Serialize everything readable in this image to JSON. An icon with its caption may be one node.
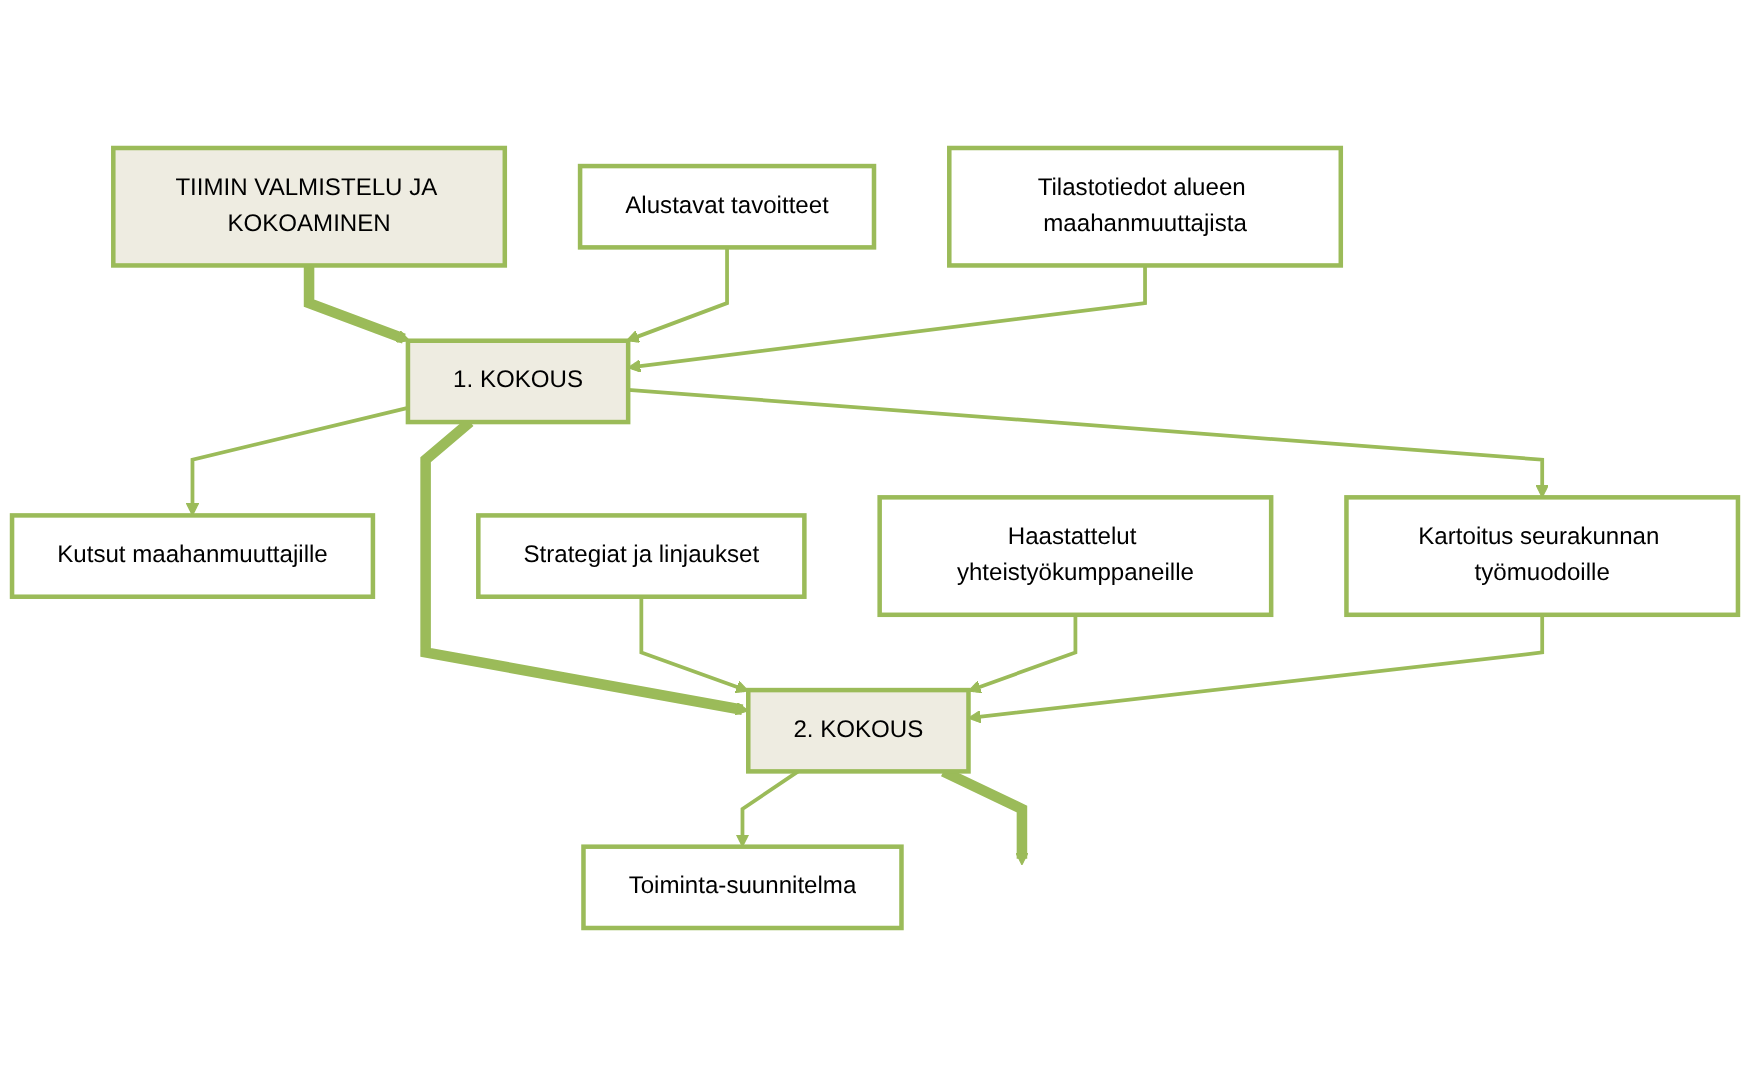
{
  "diagram": {
    "nodes": [
      {
        "text": [
          "TIIMIN VALMISTELU JA KOKOAMINEN"
        ]
      },
      {
        "text": [
          "Alustavat tavoitteet"
        ]
      },
      {
        "text": [
          "Tilastotiedot alueen maahanmuuttajista"
        ]
      },
      {
        "text": [
          "1. KOKOUS"
        ]
      },
      {
        "text": [
          "Kutsut maahanmuuttajille"
        ]
      },
      {
        "text": [
          "Strategiat ja linjaukset"
        ]
      },
      {
        "text": [
          "Haastattelut yhteistyökumppaneille"
        ]
      },
      {
        "text": [
          "2. KOKOUS"
        ]
      },
      {
        "text": [
          "Kartoitus seurakunnan työmuodoille"
        ]
      },
      {
        "text": [
          "Toiminta-suunnitelma"
        ]
      }
    ],
    "edges": [
      {
        "from": 0,
        "to": 3,
        "arrow": "to",
        "style": "thick"
      },
      {
        "from": 1,
        "to": 3,
        "arrow": "to"
      },
      {
        "from": 2,
        "to": 3,
        "arrow": "to"
      },
      {
        "from": 3,
        "to": 4,
        "arrow": "to"
      },
      {
        "from": 3,
        "to": 8,
        "arrow": "to"
      },
      {
        "from": 3,
        "to": 7,
        "arrow": "to",
        "style": "thick"
      },
      {
        "from": 5,
        "to": 7,
        "arrow": "to"
      },
      {
        "from": 6,
        "to": 7,
        "arrow": "to"
      },
      {
        "from": 8,
        "to": 7,
        "arrow": "to"
      },
      {
        "from": 7,
        "to": 9,
        "arrow": "to"
      },
      {
        "from": 7,
        "to": null,
        "arrow": "to",
        "style": "thick"
      }
    ]
  }
}
